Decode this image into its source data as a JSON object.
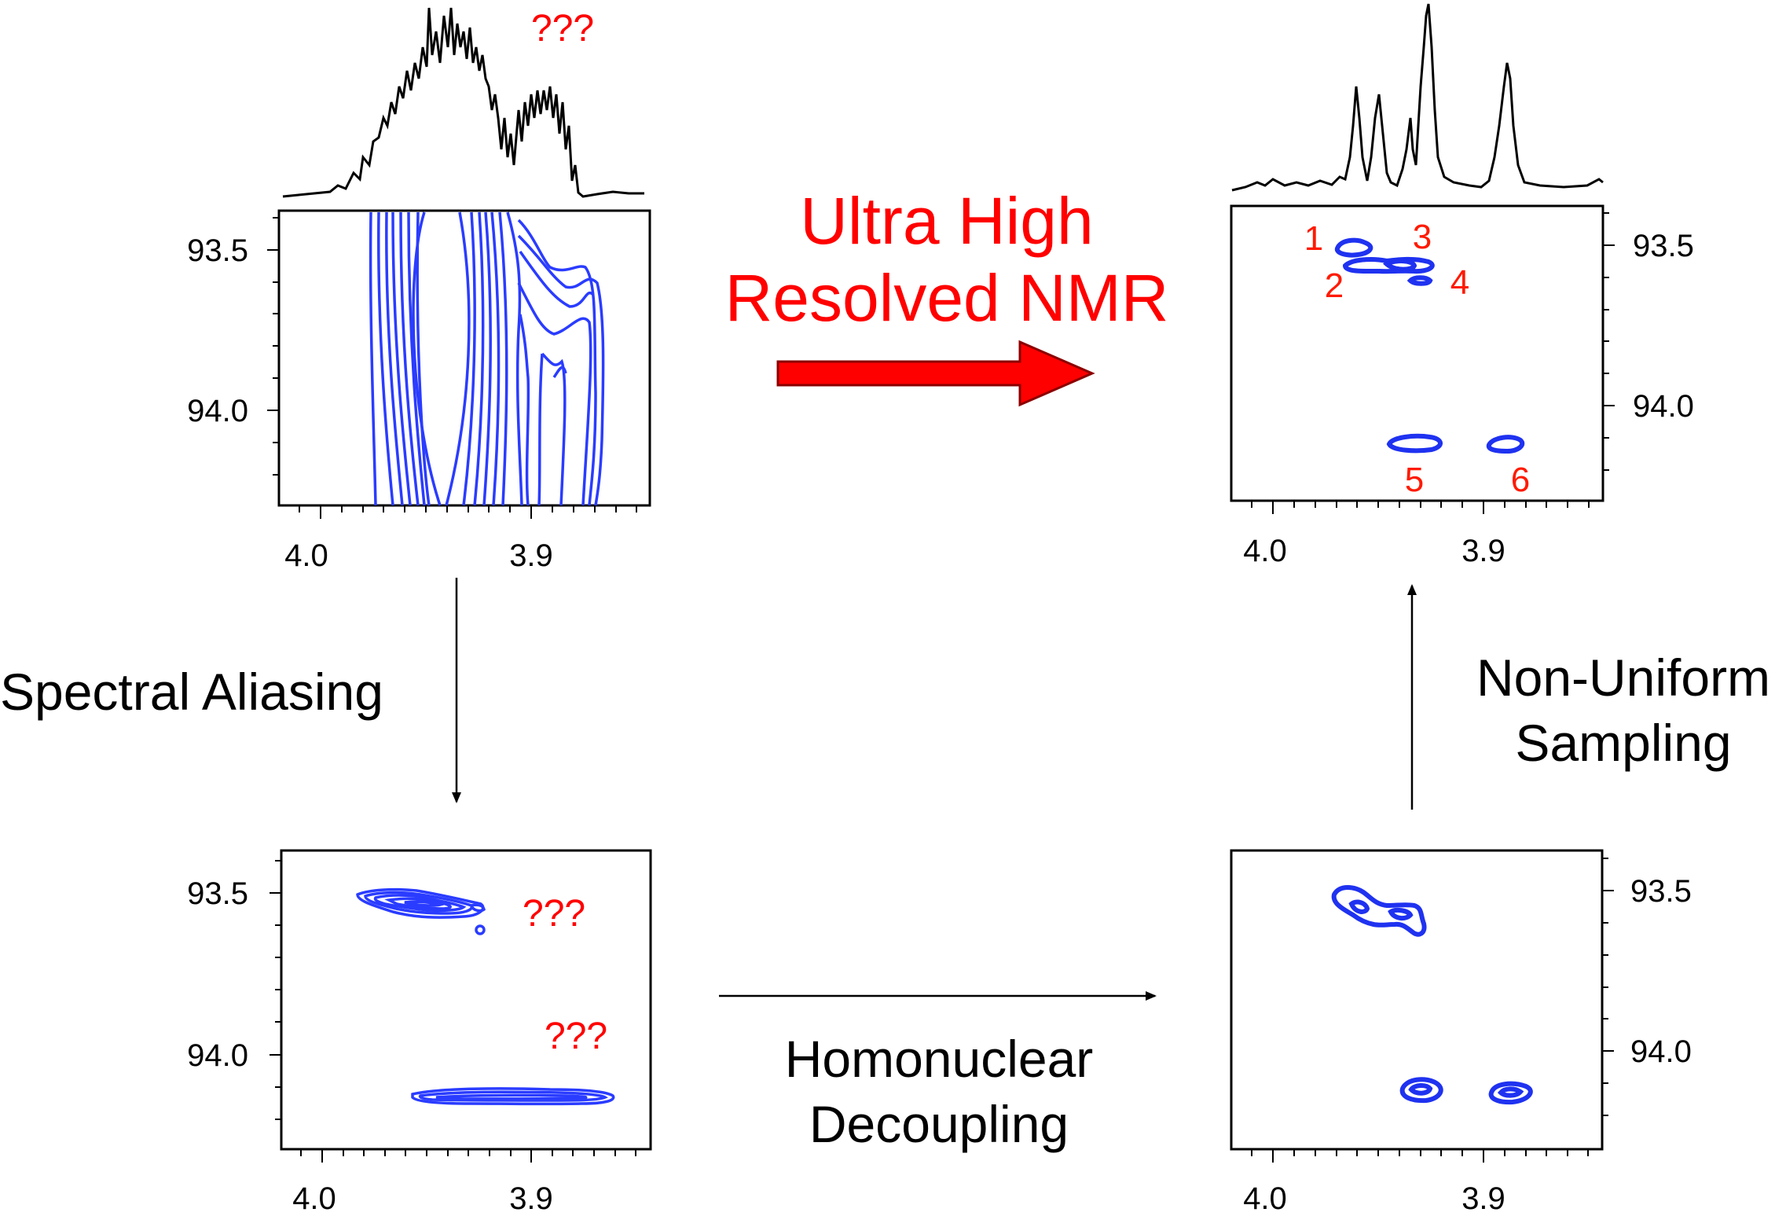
{
  "title": {
    "line1": "Ultra High",
    "line2": "Resolved NMR",
    "color": "#ff0000"
  },
  "captions": {
    "spectral_aliasing": "Spectral Aliasing",
    "homonuclear_line1": "Homonuclear",
    "homonuclear_line2": "Decoupling",
    "nus_line1": "Non-Uniform",
    "nus_line2": "Sampling"
  },
  "annotations": {
    "unknown": "???"
  },
  "contour_color": "#2a3cff",
  "chart_data": [
    {
      "id": "top-left",
      "type": "contour",
      "x_ticks": [
        "4.0",
        "3.9"
      ],
      "y_ticks": [
        "93.5",
        "94.0"
      ],
      "xlim": [
        4.02,
        3.85
      ],
      "ylim": [
        93.4,
        94.3
      ],
      "has_projection": true,
      "annotations": [
        "???"
      ]
    },
    {
      "id": "top-right",
      "type": "contour",
      "x_ticks": [
        "4.0",
        "3.9"
      ],
      "y_ticks": [
        "93.5",
        "94.0"
      ],
      "xlim": [
        4.02,
        3.85
      ],
      "ylim": [
        93.4,
        94.3
      ],
      "has_projection": true,
      "peaks": [
        {
          "label": "1",
          "x": 3.965,
          "y": 93.5
        },
        {
          "label": "2",
          "x": 3.955,
          "y": 93.55
        },
        {
          "label": "3",
          "x": 3.938,
          "y": 93.55
        },
        {
          "label": "4",
          "x": 3.934,
          "y": 93.6
        },
        {
          "label": "5",
          "x": 3.935,
          "y": 94.13
        },
        {
          "label": "6",
          "x": 3.885,
          "y": 94.13
        }
      ]
    },
    {
      "id": "bottom-left",
      "type": "contour",
      "x_ticks": [
        "4.0",
        "3.9"
      ],
      "y_ticks": [
        "93.5",
        "94.0"
      ],
      "xlim": [
        4.02,
        3.85
      ],
      "ylim": [
        93.4,
        94.3
      ],
      "has_projection": false,
      "annotations": [
        "???",
        "???"
      ]
    },
    {
      "id": "bottom-right",
      "type": "contour",
      "x_ticks": [
        "4.0",
        "3.9"
      ],
      "y_ticks": [
        "93.5",
        "94.0"
      ],
      "xlim": [
        4.02,
        3.85
      ],
      "ylim": [
        93.4,
        94.3
      ],
      "has_projection": false
    }
  ]
}
